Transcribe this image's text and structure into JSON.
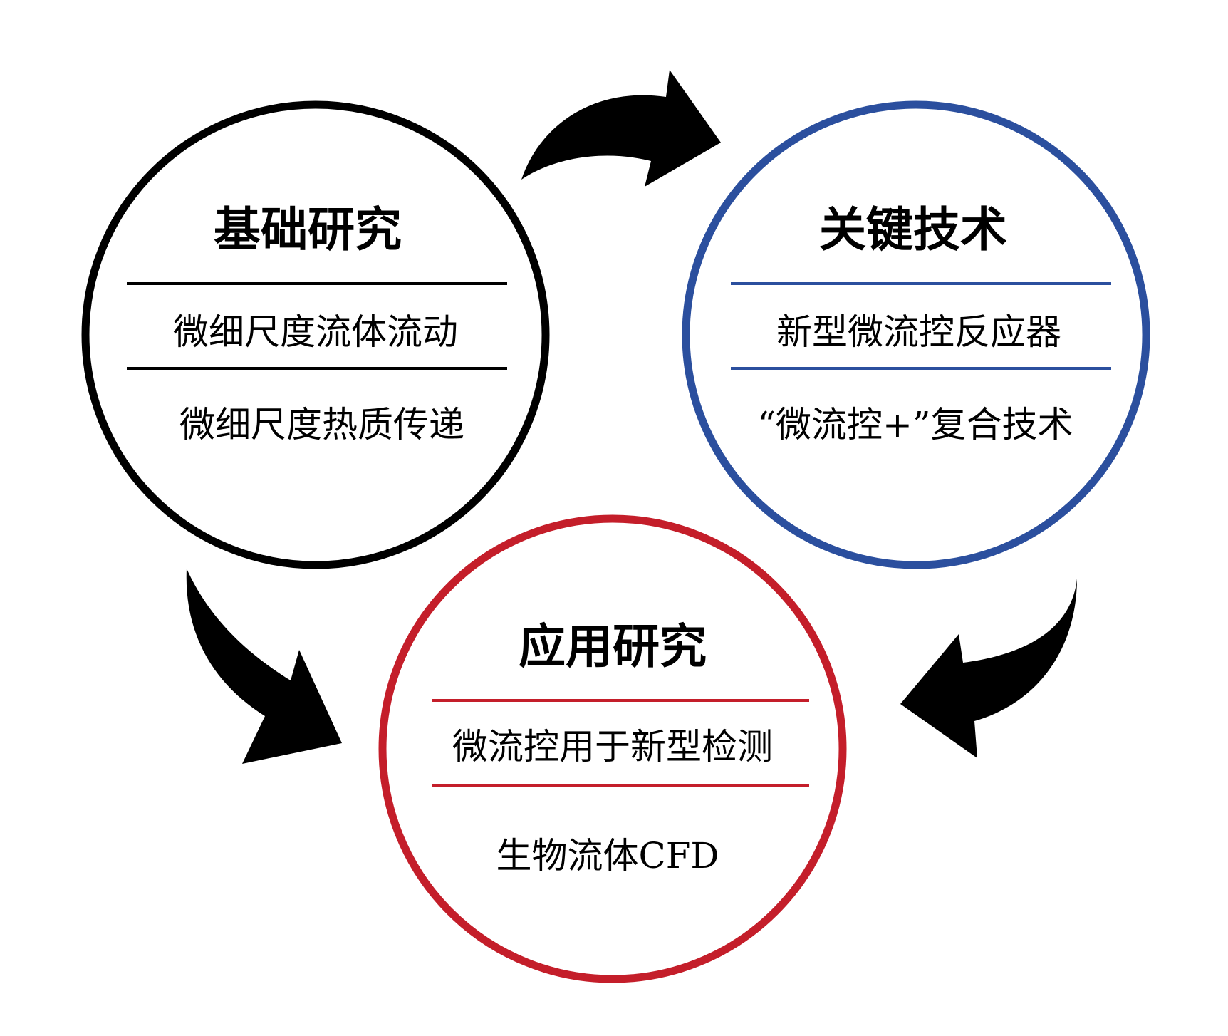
{
  "colors": {
    "basic": "#000000",
    "key": "#2b4f9e",
    "application": "#c41e2a",
    "arrow": "#000000"
  },
  "circles": {
    "basic": {
      "title": "基础研究",
      "items": [
        "微细尺度流体流动",
        "微细尺度热质传递"
      ]
    },
    "key": {
      "title": "关键技术",
      "items": [
        "新型微流控反应器",
        "“微流控+”复合技术"
      ]
    },
    "application": {
      "title": "应用研究",
      "items": [
        "微流控用于新型检测",
        "生物流体CFD"
      ]
    }
  },
  "arrows": [
    {
      "name": "arrow-basic-to-key",
      "icon": "curved-arrow-icon"
    },
    {
      "name": "arrow-basic-to-application",
      "icon": "curved-arrow-icon"
    },
    {
      "name": "arrow-key-to-application",
      "icon": "curved-arrow-icon"
    }
  ]
}
